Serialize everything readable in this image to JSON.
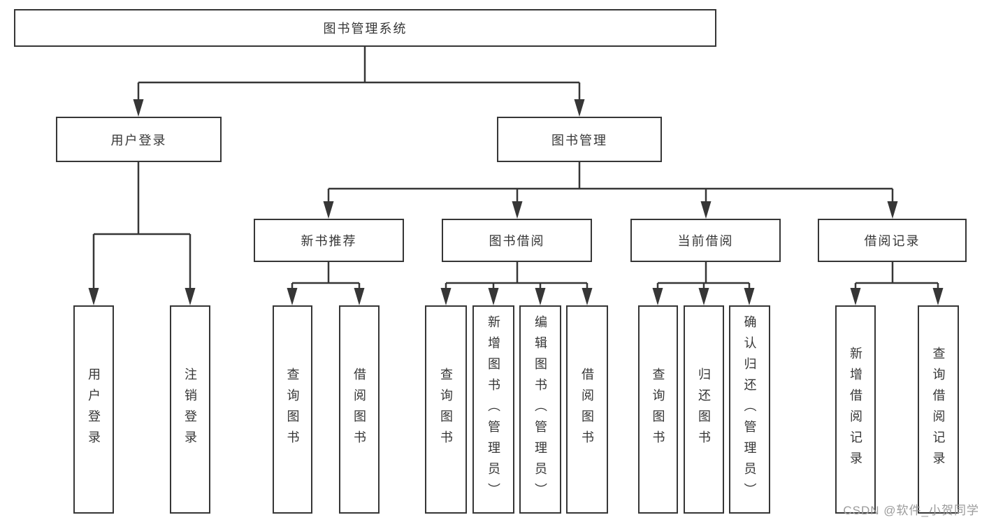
{
  "diagram": {
    "root": {
      "label": "图书管理系统",
      "children": [
        {
          "label": "用户登录",
          "children": [
            {
              "label": "用户登录"
            },
            {
              "label": "注销登录"
            }
          ]
        },
        {
          "label": "图书管理",
          "children": [
            {
              "label": "新书推荐",
              "children": [
                {
                  "label": "查询图书"
                },
                {
                  "label": "借阅图书"
                }
              ]
            },
            {
              "label": "图书借阅",
              "children": [
                {
                  "label": "查询图书"
                },
                {
                  "label": "新增图书（管理员）"
                },
                {
                  "label": "编辑图书（管理员）"
                },
                {
                  "label": "借阅图书"
                }
              ]
            },
            {
              "label": "当前借阅",
              "children": [
                {
                  "label": "查询图书"
                },
                {
                  "label": "归还图书"
                },
                {
                  "label": "确认归还（管理员）"
                }
              ]
            },
            {
              "label": "借阅记录",
              "children": [
                {
                  "label": "新增借阅记录"
                },
                {
                  "label": "查询借阅记录"
                }
              ]
            }
          ]
        }
      ]
    }
  },
  "watermark": {
    "text": "CSDN @软件_小贺同学"
  },
  "colors": {
    "line": "#363636",
    "box_border": "#363636",
    "text": "#363636",
    "watermark": "#9b9b9b",
    "background": "#ffffff"
  }
}
